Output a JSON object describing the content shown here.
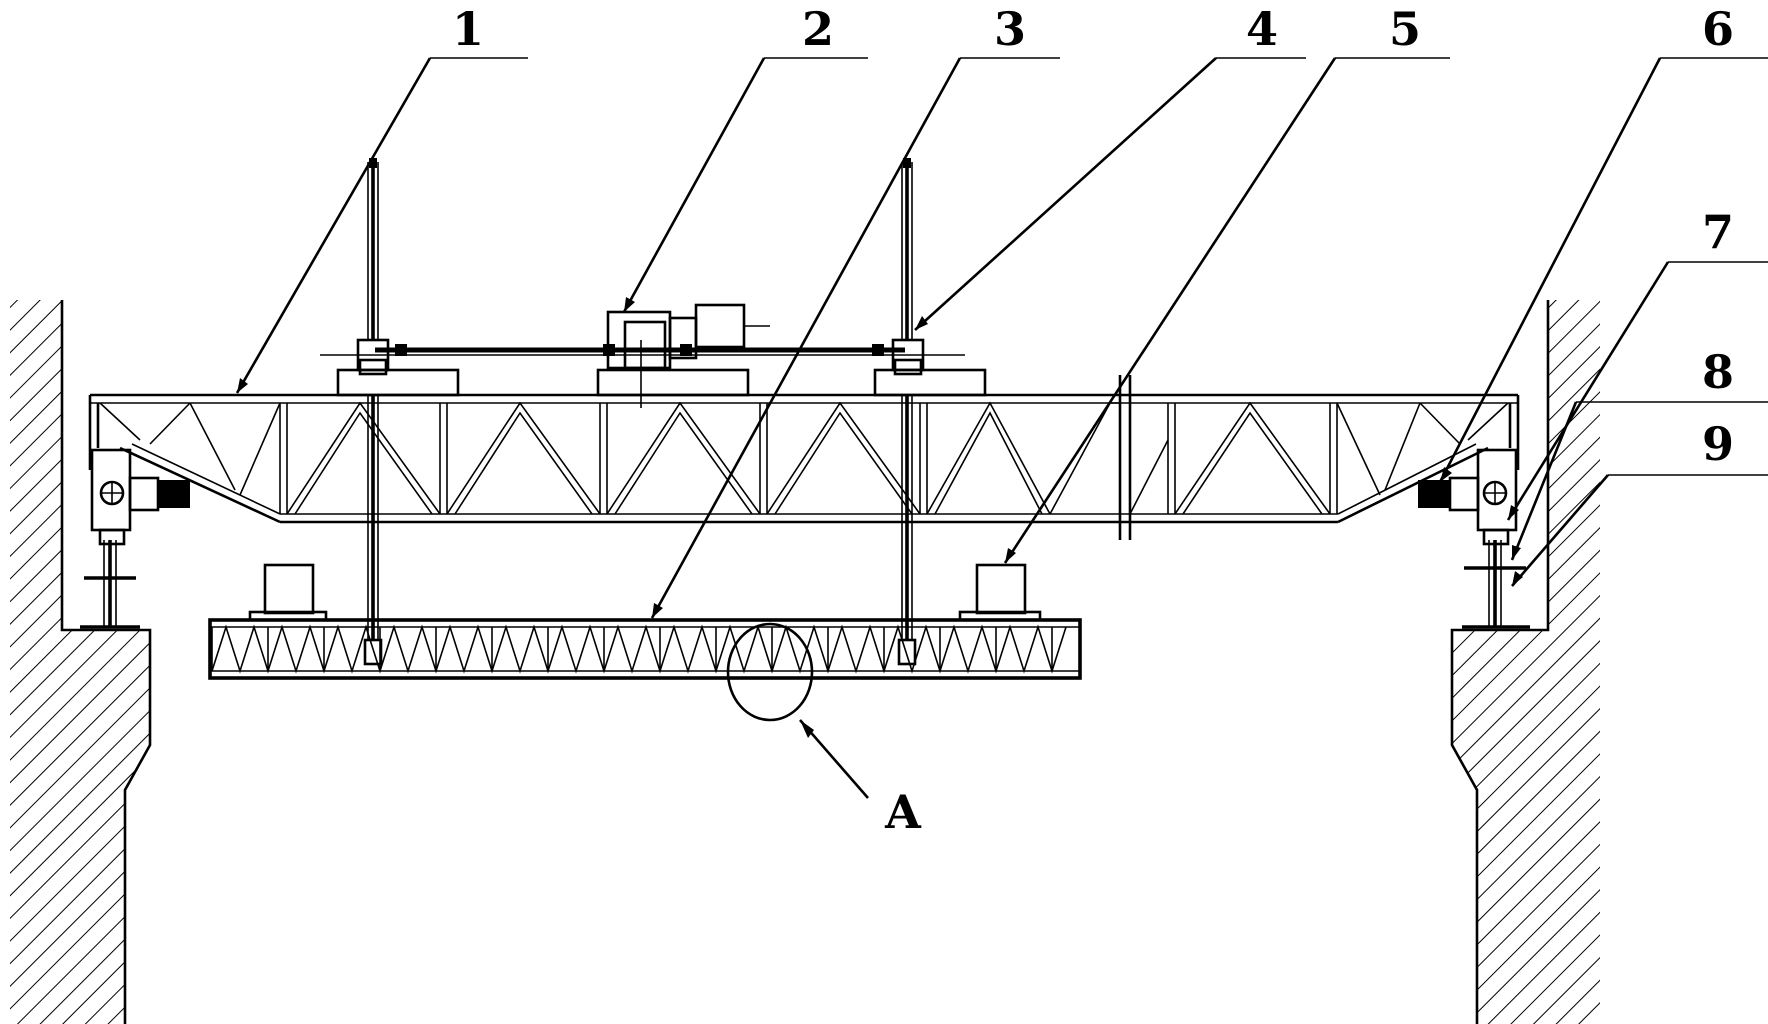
{
  "callouts": [
    {
      "id": "1",
      "text": "1"
    },
    {
      "id": "2",
      "text": "2"
    },
    {
      "id": "3",
      "text": "3"
    },
    {
      "id": "4",
      "text": "4"
    },
    {
      "id": "5",
      "text": "5"
    },
    {
      "id": "6",
      "text": "6"
    },
    {
      "id": "7",
      "text": "7"
    },
    {
      "id": "8",
      "text": "8"
    },
    {
      "id": "9",
      "text": "9"
    }
  ],
  "detail": {
    "text": "A"
  }
}
